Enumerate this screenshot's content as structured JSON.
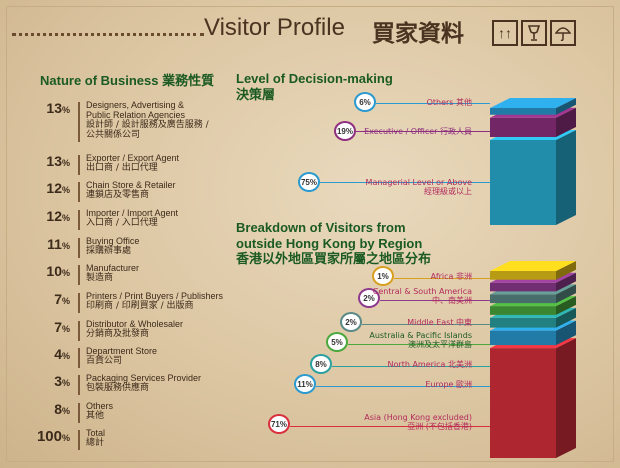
{
  "header": {
    "title_en": "Visitor Profile",
    "title_zh": "買家資料",
    "icons": [
      "up-arrows-icon",
      "glass-icon",
      "umbrella-icon"
    ]
  },
  "nature": {
    "title_en": "Nature of Business",
    "title_zh": "業務性質",
    "rows": [
      {
        "pct": "13",
        "lines": [
          "Designers, Advertising &",
          "Public Relation Agencies",
          "設計師 / 設計服務及廣告服務 /",
          "公共關係公司"
        ]
      },
      {
        "pct": "13",
        "lines": [
          "Exporter / Export Agent",
          "出口商 / 出口代理"
        ]
      },
      {
        "pct": "12",
        "lines": [
          "Chain Store & Retailer",
          "連鎖店及零售商"
        ]
      },
      {
        "pct": "12",
        "lines": [
          "Importer / Import Agent",
          "入口商 / 入口代理"
        ]
      },
      {
        "pct": "11",
        "lines": [
          "Buying Office",
          "採購辦事處"
        ]
      },
      {
        "pct": "10",
        "lines": [
          "Manufacturer",
          "製造商"
        ]
      },
      {
        "pct": "7",
        "lines": [
          "Printers / Print Buyers / Publishers",
          "印刷商 / 印刷買家 / 出版商"
        ]
      },
      {
        "pct": "7",
        "lines": [
          "Distributor & Wholesaler",
          "分銷商及批發商"
        ]
      },
      {
        "pct": "4",
        "lines": [
          "Department Store",
          "百貨公司"
        ]
      },
      {
        "pct": "3",
        "lines": [
          "Packaging Services Provider",
          "包裝服務供應商"
        ]
      },
      {
        "pct": "8",
        "lines": [
          "Others",
          "其他"
        ]
      },
      {
        "pct": "100",
        "lines": [
          "Total",
          "總計"
        ]
      }
    ]
  },
  "chart_data": [
    {
      "type": "bar",
      "title": "Level of Decision-making",
      "title_zh": "決策層",
      "categories": [
        "Others 其他",
        "Executive / Officer 行政人員",
        "Managerial Level or Above 經理級或以上"
      ],
      "values": [
        6,
        19,
        75
      ],
      "value_labels": [
        "6%",
        "19%",
        "75%"
      ],
      "colors": [
        "#2a9ad0",
        "#8e2f7f",
        "#2ab0d6"
      ]
    },
    {
      "type": "bar",
      "title": "Breakdown of Visitors from outside Hong Kong by Region",
      "title_zh": "香港以外地區買家所屬之地區分布",
      "categories": [
        "Africa 非洲",
        "Central & South America 中、南美洲",
        "Middle East 中東",
        "Australia & Pacific Islands 澳洲及太平洋群島",
        "North America 北美洲",
        "Europe 歐洲",
        "Asia (Hong Kong excluded) 亞洲 (不包括香港)"
      ],
      "values": [
        1,
        2,
        2,
        5,
        8,
        11,
        71
      ],
      "value_labels": [
        "1%",
        "2%",
        "2%",
        "5%",
        "8%",
        "11%",
        "71%"
      ],
      "colors": [
        "#e6c21a",
        "#8e3a8e",
        "#5a8a86",
        "#4aa83c",
        "#2aa0a0",
        "#2a9ad0",
        "#d8303c"
      ]
    }
  ]
}
